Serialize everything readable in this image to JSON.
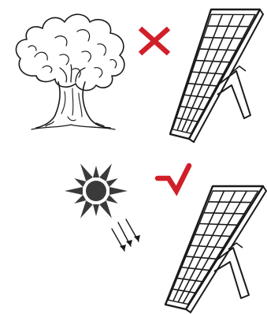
{
  "colors": {
    "line": "#1a1a1a",
    "panel_cell": "#ffffff",
    "sun": "#3a3a3a",
    "mark": "#d11f2a",
    "background": "#ffffff"
  },
  "scene": [
    {
      "subject": "tree",
      "subject_icon": "tree-icon",
      "verdict": "incorrect",
      "verdict_icon": "cross-mark-icon"
    },
    {
      "subject": "sun",
      "subject_icon": "sun-icon",
      "verdict": "correct",
      "verdict_icon": "check-mark-icon"
    }
  ]
}
